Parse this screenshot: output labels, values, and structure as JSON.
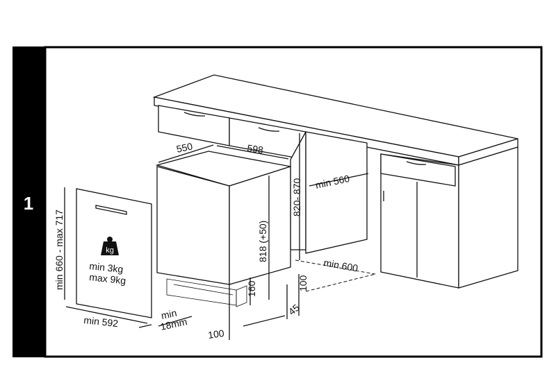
{
  "step_number": "1",
  "dimensions": {
    "depth": "550",
    "width": "598",
    "niche_height": "820- 870",
    "niche_depth": "min 560",
    "appliance_height": "818 (+50)",
    "niche_width": "min 600",
    "plinth_height": "160",
    "plinth_gap": "100",
    "plinth_depth": "45",
    "foot_offset": "100",
    "panel_height": "min 660 - max 717",
    "panel_width": "min 592",
    "panel_thickness_1": "min",
    "panel_thickness_2": "18mm",
    "weight_min": "min  3kg",
    "weight_max": "max 9kg",
    "weight_icon_text": "kg"
  }
}
